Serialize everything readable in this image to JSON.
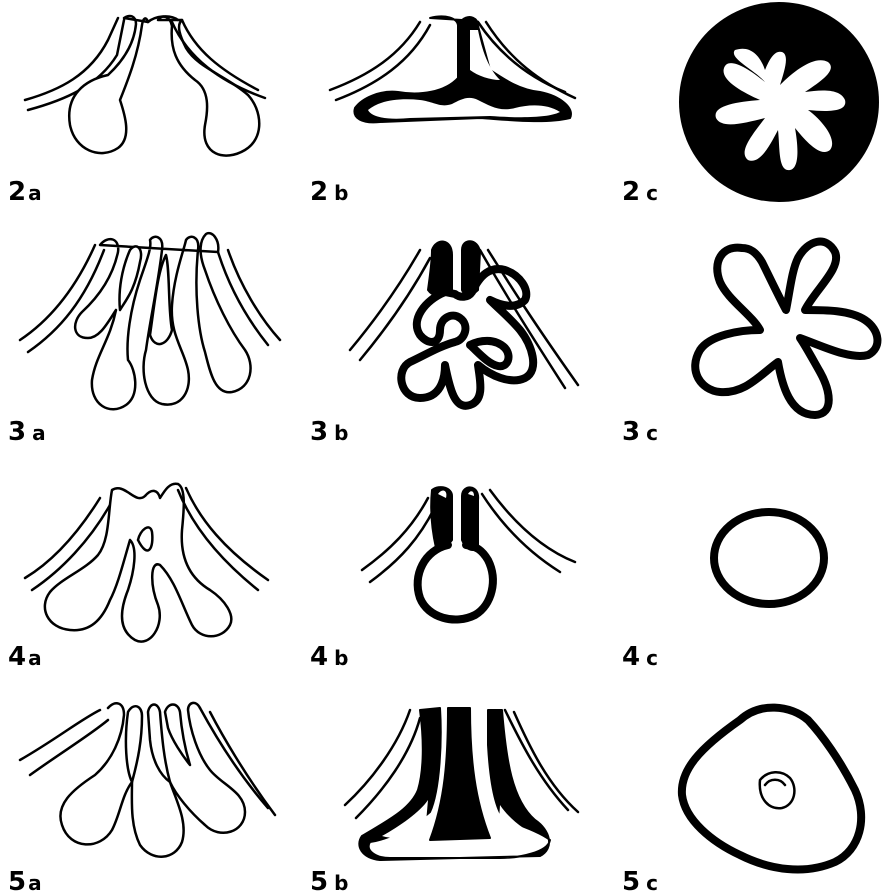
{
  "figure": {
    "rows": [
      {
        "labels": [
          {
            "num": "2",
            "suffix": "a"
          },
          {
            "num": "2",
            "suffix": "b"
          },
          {
            "num": "2",
            "suffix": "c"
          }
        ]
      },
      {
        "labels": [
          {
            "num": "3",
            "suffix": "a"
          },
          {
            "num": "3",
            "suffix": "b"
          },
          {
            "num": "3",
            "suffix": "c"
          }
        ]
      },
      {
        "labels": [
          {
            "num": "4",
            "suffix": "a"
          },
          {
            "num": "4",
            "suffix": "b"
          },
          {
            "num": "4",
            "suffix": "c"
          }
        ]
      },
      {
        "labels": [
          {
            "num": "5",
            "suffix": "a"
          },
          {
            "num": "5",
            "suffix": "b"
          },
          {
            "num": "5",
            "suffix": "c"
          }
        ]
      }
    ],
    "colors": {
      "ink": "#000000",
      "paper": "#ffffff"
    }
  }
}
